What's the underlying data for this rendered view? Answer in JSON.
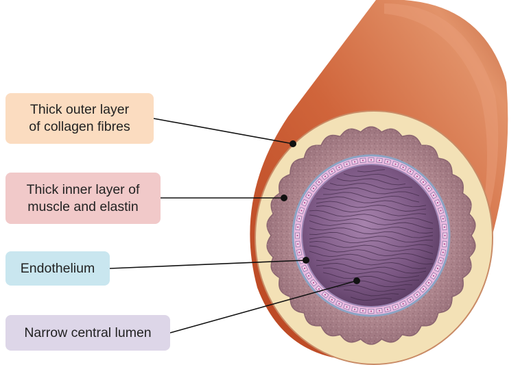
{
  "labels": {
    "collagen": {
      "line1": "Thick outer layer",
      "line2": "of collagen fibres"
    },
    "muscle": {
      "line1": "Thick inner layer of",
      "line2": "muscle and elastin"
    },
    "endothelium": "Endothelium",
    "lumen": "Narrow central lumen"
  },
  "colors": {
    "outer_tube": "#d9774f",
    "collagen_layer": "#f4e2b8",
    "muscle_layer": "#a88088",
    "endothelium": "#e7b6dc",
    "lumen": "#7c5a84",
    "box_collagen": "#fbdcc0",
    "box_muscle": "#f1c9c9",
    "box_endothelium": "#c9e6ef",
    "box_lumen": "#ddd6e8"
  }
}
